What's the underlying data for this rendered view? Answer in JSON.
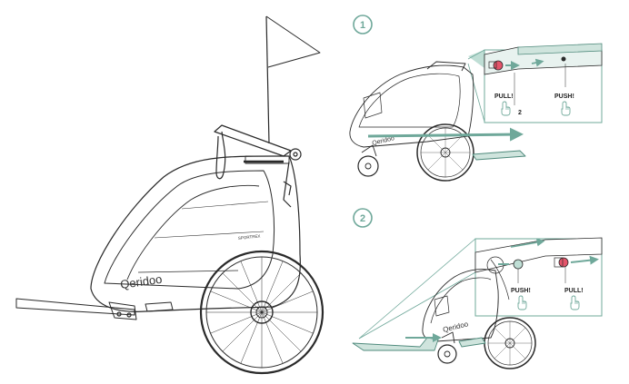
{
  "main_illustration": {
    "brand": "Qeridoo",
    "model": "SPORTREX"
  },
  "steps": [
    {
      "number": "1",
      "labels": [
        "PULL!",
        "2",
        "PUSH!"
      ],
      "brand": "Qeridoo"
    },
    {
      "number": "2",
      "labels": [
        "PUSH!",
        "PULL!"
      ],
      "brand": "Qeridoo"
    }
  ],
  "colors": {
    "accent": "#6fa89a",
    "accent_dark": "#4f8a7c",
    "line": "#2a2a2a",
    "highlight": "#e4546a"
  },
  "icons": [
    "hand-pointer-icon",
    "arrow-icon",
    "step-badge-icon"
  ]
}
